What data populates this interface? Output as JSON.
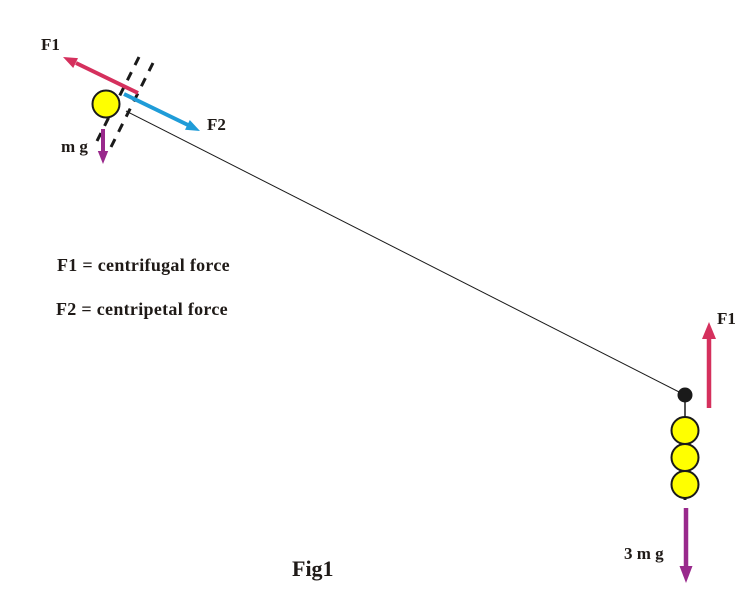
{
  "labels": {
    "f1_top": "F1",
    "f2_top": "F2",
    "mg_top": "m g",
    "f1_bottom": "F1",
    "mg3_bottom": "3 m g"
  },
  "legend": {
    "line1": "F1 = centrifugal force",
    "line2": "F2 = centripetal force"
  },
  "caption": "Fig1",
  "colors": {
    "crimson_arrow": "#D5305D",
    "blue_arrow": "#1F9CD8",
    "purple_arrow": "#99298C",
    "ball_yellow": "#FFFF00",
    "ink_black": "#1A1A1A",
    "text_black": "#1F1A17",
    "background": "#FFFFFF"
  }
}
